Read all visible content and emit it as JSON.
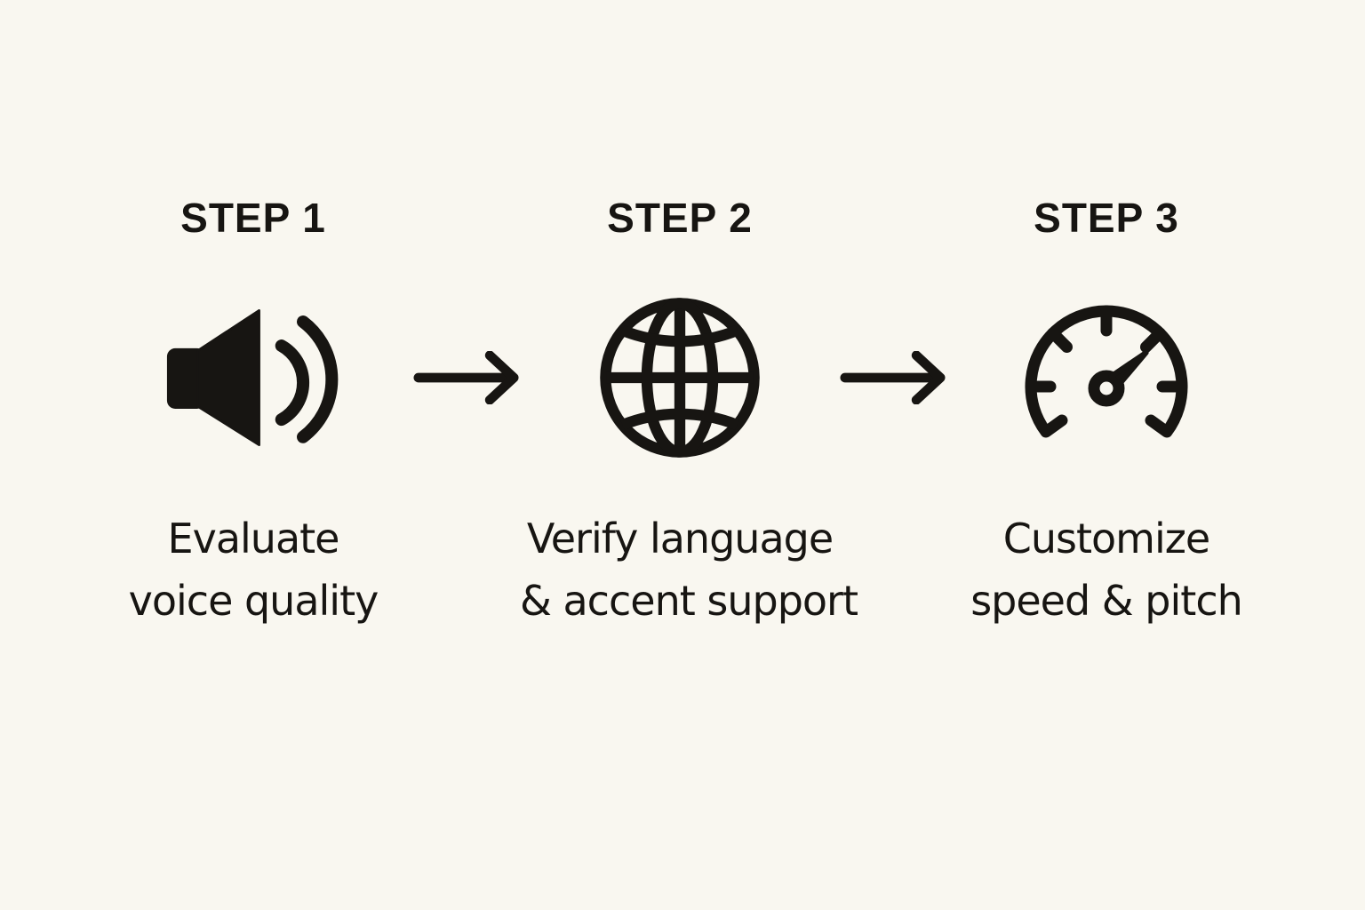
{
  "colors": {
    "background": "#f9f7f0",
    "ink": "#171512"
  },
  "steps": [
    {
      "label": "STEP 1",
      "icon": "speaker-icon",
      "caption_line1": "Evaluate",
      "caption_line2": "voice quality"
    },
    {
      "label": "STEP 2",
      "icon": "globe-icon",
      "caption_line1": "Verify language",
      "caption_line2": "& accent support"
    },
    {
      "label": "STEP 3",
      "icon": "speedometer-icon",
      "caption_line1": "Customize",
      "caption_line2": "speed & pitch"
    }
  ],
  "connectors": [
    {
      "icon": "arrow-right-icon"
    },
    {
      "icon": "arrow-right-icon"
    }
  ]
}
